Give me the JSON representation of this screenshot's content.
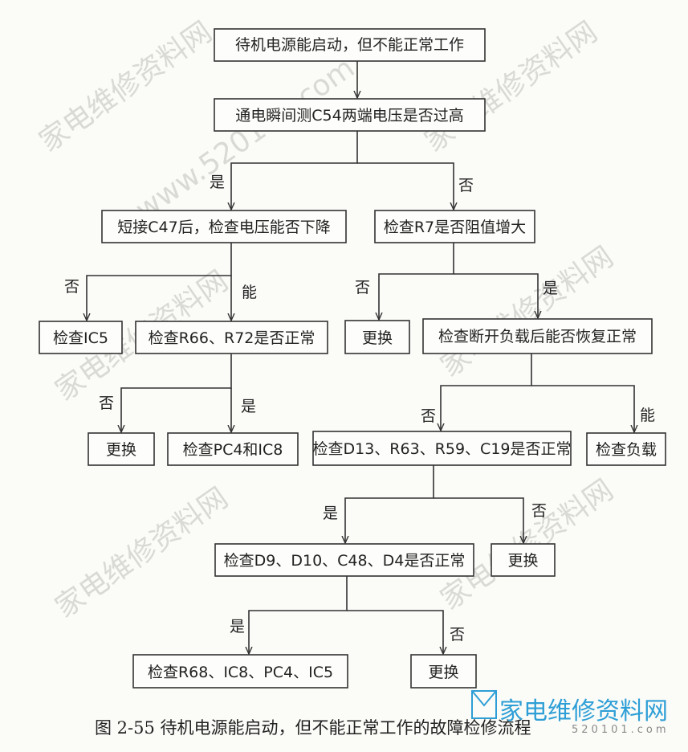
{
  "nodes": {
    "n1": "待机电源能启动，但不能正常工作",
    "n2": "通电瞬间测C54两端电压是否过高",
    "n3": "短接C47后，检查电压能否下降",
    "n4": "检查R7是否阻值增大",
    "n5": "检查IC5",
    "n6": "检查R66、R72是否正常",
    "n7": "更换",
    "n8": "检查断开负载后能否恢复正常",
    "n9": "更换",
    "n10": "检查PC4和IC8",
    "n11": "检查D13、R63、R59、C19是否正常",
    "n12": "检查负载",
    "n13": "检查D9、D10、C48、D4是否正常",
    "n14": "更换",
    "n15": "检查R68、IC8、PC4、IC5",
    "n16": "更换"
  },
  "labels": {
    "l1": "是",
    "l2": "否",
    "l3": "否",
    "l4": "能",
    "l5": "否",
    "l6": "是",
    "l7": "否",
    "l8": "是",
    "l9": "否",
    "l10": "能",
    "l11": "是",
    "l12": "否",
    "l13": "是",
    "l14": "否"
  },
  "caption": "图 2-55   待机电源能启动，但不能正常工作的故障检修流程",
  "watermark": {
    "text": "家电维修资料网",
    "site": "www.520101.com"
  },
  "logo": {
    "text": "家电维修资料网",
    "sub": "520101.com"
  }
}
